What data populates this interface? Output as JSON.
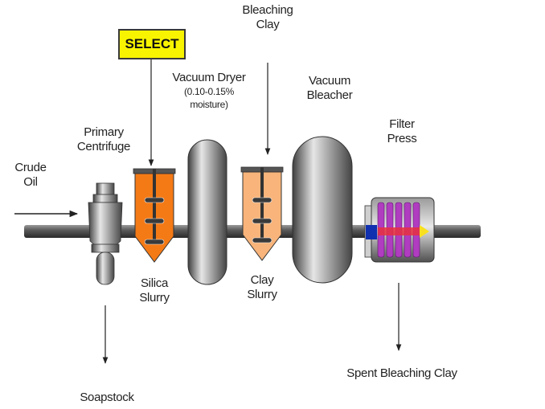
{
  "labels": {
    "select": "SELECT",
    "bleaching_clay": [
      "Bleaching",
      "Clay"
    ],
    "vacuum_dryer": [
      "Vacuum Dryer",
      "(0.10-0.15%",
      "moisture)"
    ],
    "vacuum_bleacher": [
      "Vacuum",
      "Bleacher"
    ],
    "primary_centrifuge": [
      "Primary",
      "Centrifuge"
    ],
    "crude_oil": [
      "Crude",
      "Oil"
    ],
    "filter_press": [
      "Filter",
      "Press"
    ],
    "silica_slurry": [
      "Silica",
      "Slurry"
    ],
    "clay_slurry": [
      "Clay",
      "Slurry"
    ],
    "soapstock": "Soapstock",
    "spent_bleaching_clay": "Spent Bleaching Clay"
  },
  "colors": {
    "silica_tank": "#f47a16",
    "clay_tank": "#f8b47a",
    "filter_plates": "#b03cc0",
    "filter_red": "#e83040",
    "filter_blue": "#1030b0",
    "filter_yellow": "#f8e020",
    "select_bg": "#f8f400"
  }
}
